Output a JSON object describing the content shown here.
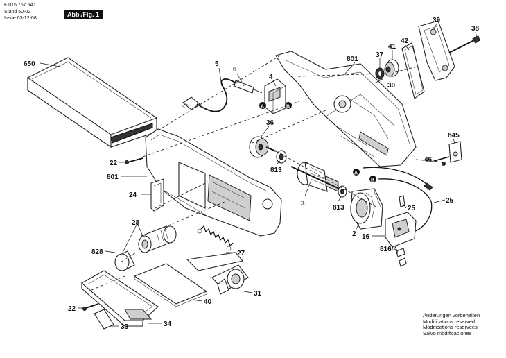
{
  "header": {
    "doc_number": "F 015 767 5A1",
    "stand_label": "Stand",
    "stand_value": "50-02",
    "issue_label": "Issue",
    "issue_value": "03-12-08",
    "figure_badge": "Abb./Fig. 1"
  },
  "footer": {
    "lines": [
      "Änderungen vorbehalten",
      "Modifications reserved",
      "Modifications reservees",
      "Salvo modificaciones"
    ]
  },
  "diagram": {
    "callouts": {
      "c650": "650",
      "c5": "5",
      "c6": "6",
      "c4": "4",
      "cA_top": "A",
      "cB_top": "B",
      "c801_top": "801",
      "c37": "37",
      "c41": "41",
      "c42": "42",
      "c39": "39",
      "c38": "38",
      "c30": "30",
      "c36": "36",
      "c845": "845",
      "c46": "46",
      "c22_top": "22",
      "c801_mid": "801",
      "c813_a": "813",
      "c813_b": "813",
      "c3": "3",
      "cA_mid": "A",
      "cB_mid": "B",
      "c25_a": "25",
      "c25_b": "25",
      "c24": "24",
      "c28": "28",
      "c828": "828",
      "c2": "2",
      "c16": "16",
      "c816_4": "816/4",
      "c27": "27",
      "c31": "31",
      "c40": "40",
      "c22_bot": "22",
      "c33": "33",
      "c34": "34"
    }
  }
}
